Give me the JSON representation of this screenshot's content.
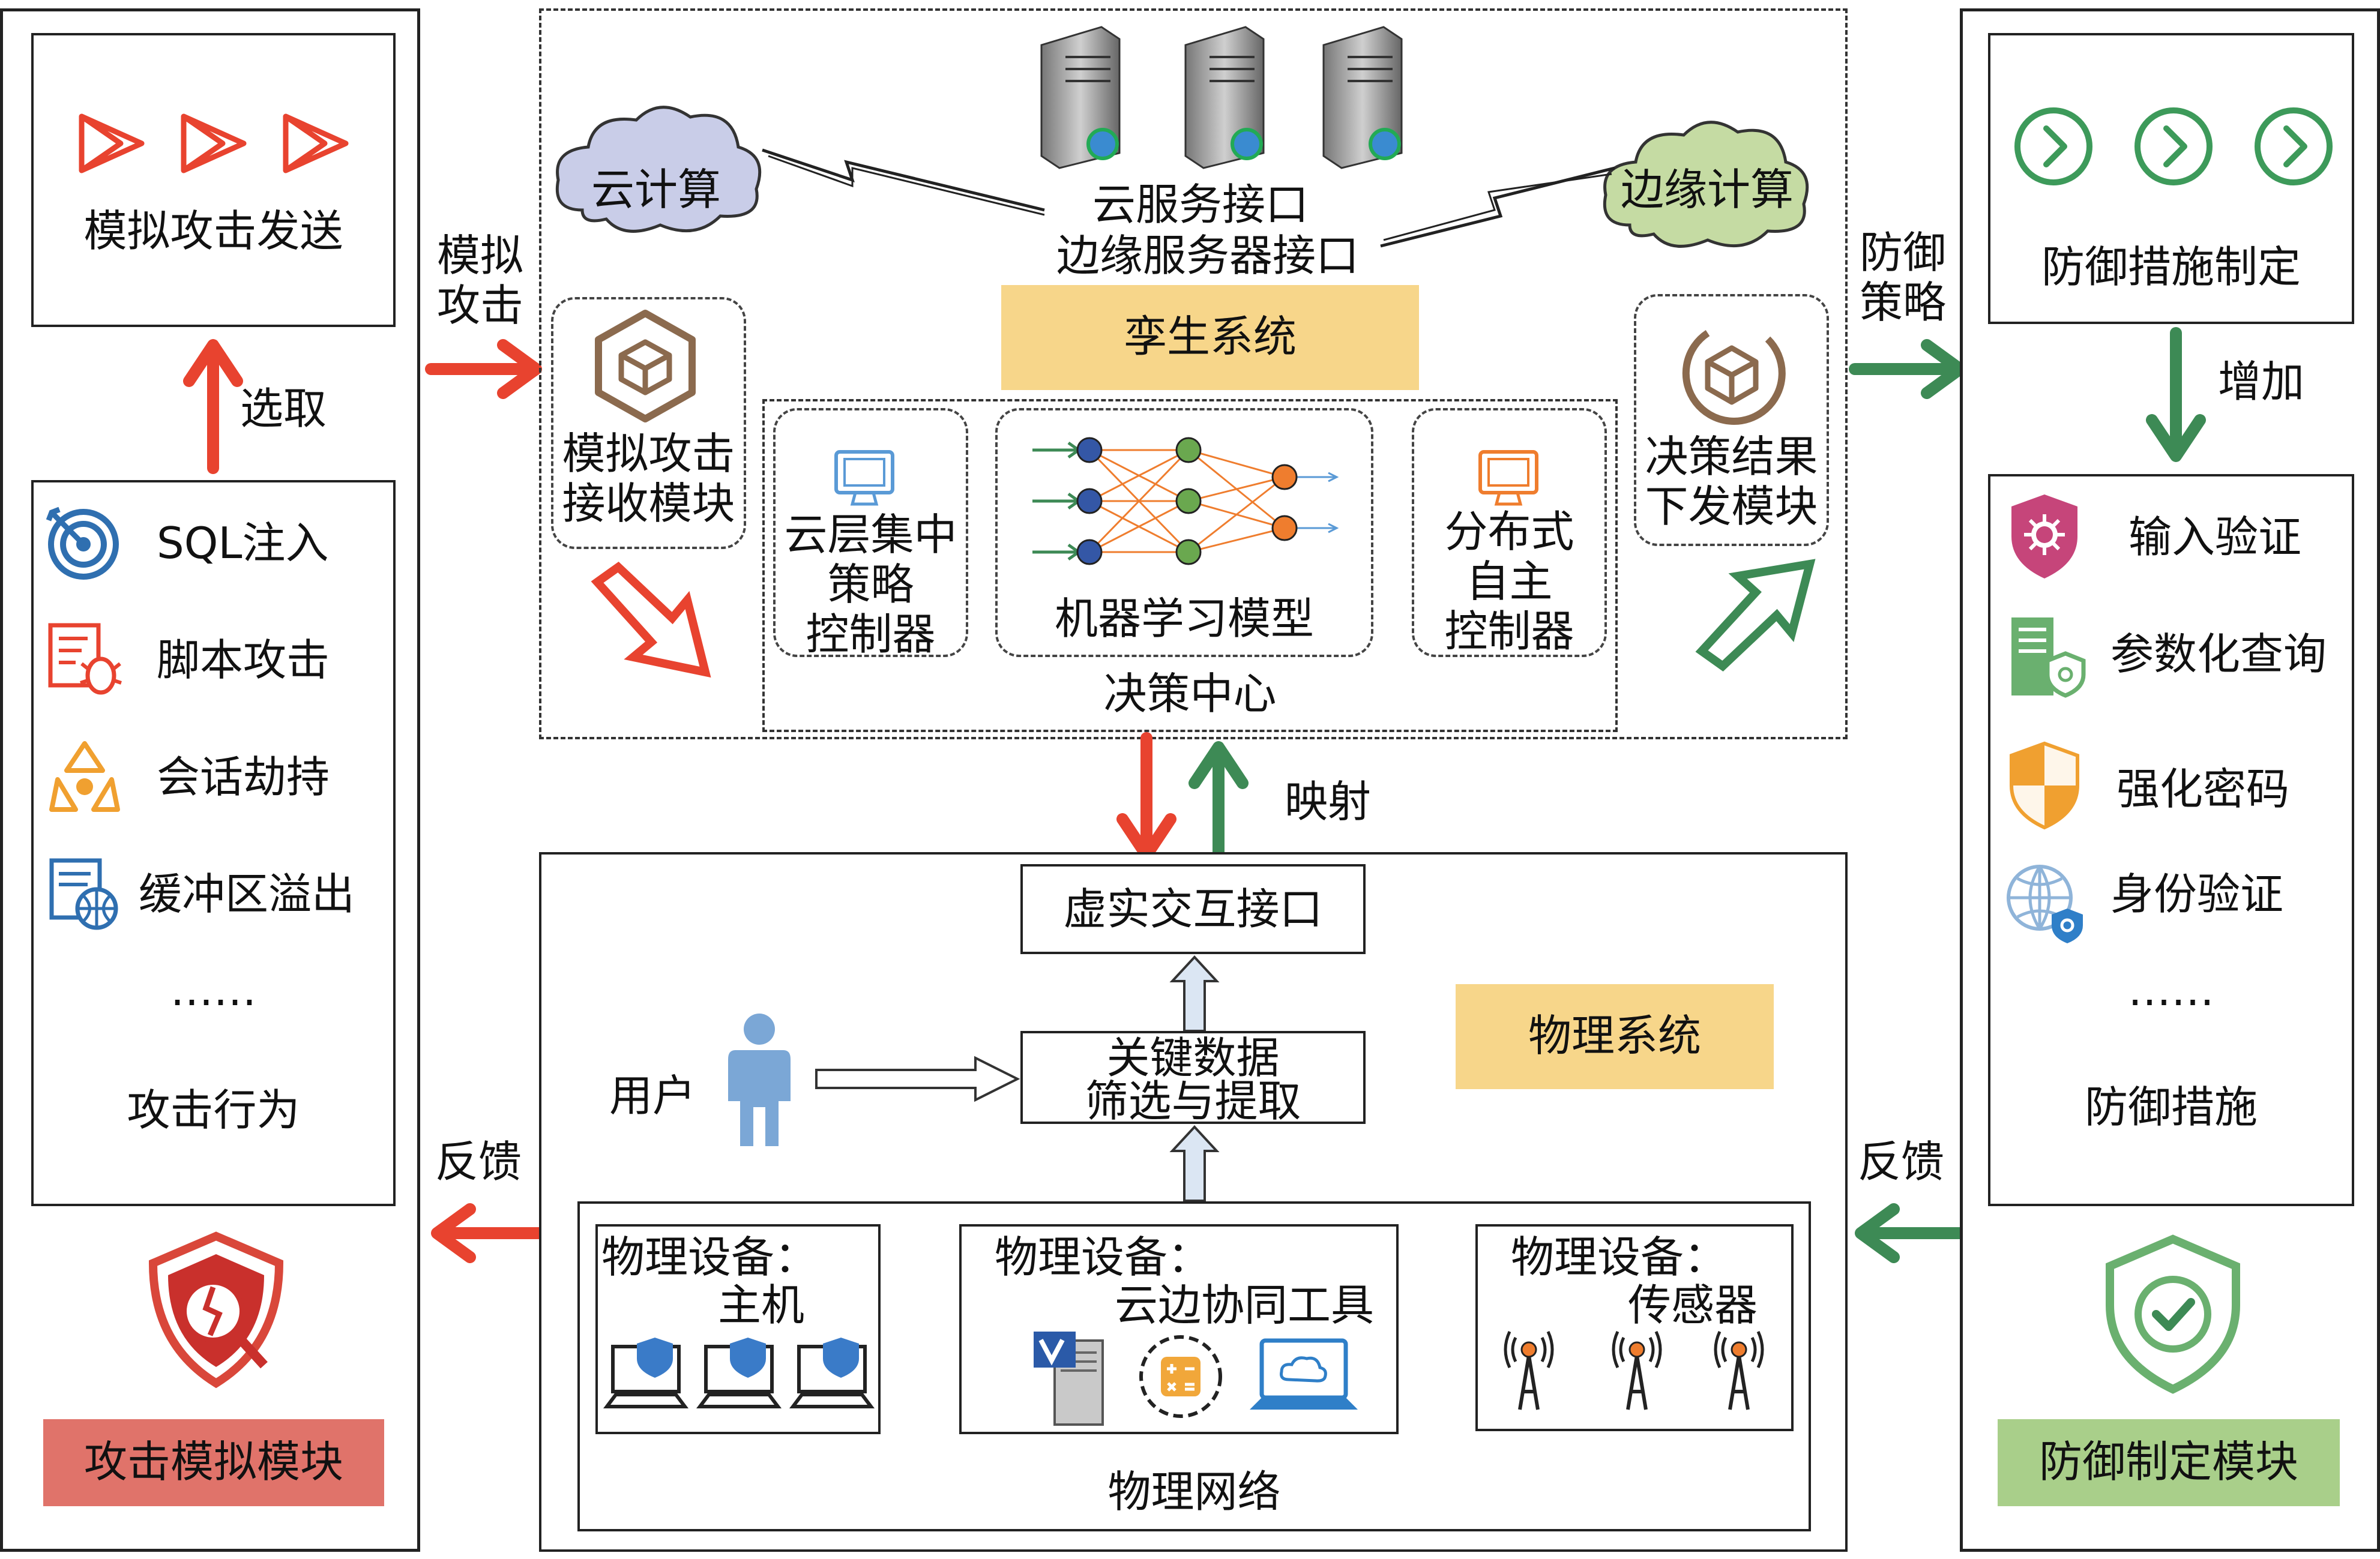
{
  "left_panel": {
    "send_label": "模拟攻击发送",
    "select_label": "选取",
    "attacks": [
      "SQL注入",
      "脚本攻击",
      "会话劫持",
      "缓冲区溢出",
      "……"
    ],
    "attack_title": "攻击行为",
    "feedback_label": "反馈",
    "module_label": "攻击模拟模块",
    "module_color": "#e0736a"
  },
  "center": {
    "simulate_attack_label": "模拟\n攻击",
    "cloud_compute": "云计算",
    "edge_compute": "边缘计算",
    "cloud_service_api": "云服务接口",
    "edge_server_api": "边缘服务器接口",
    "twin_system": "孪生系统",
    "twin_color": "#f7d68a",
    "receive_module": "模拟攻击\n接收模块",
    "cloud_controller": "云层集中\n策略\n控制器",
    "ml_model": "机器学习模型",
    "distributed_controller": "分布式\n自主\n控制器",
    "decision_center": "决策中心",
    "issue_module": "决策结果\n下发模块",
    "mapping": "映射"
  },
  "physical": {
    "interface": "虚实交互接口",
    "user": "用户",
    "key_data": "关键数据\n筛选与提取",
    "physical_system": "物理系统",
    "device_host_title": "物理设备：",
    "device_host": "主机",
    "device_tool_title": "物理设备：",
    "device_tool": "云边协同工具",
    "device_sensor_title": "物理设备：",
    "device_sensor": "传感器",
    "network": "物理网络"
  },
  "right_panel": {
    "strategy_label": "防御\n策略",
    "formulate_label": "防御措施制定",
    "increase_label": "增加",
    "measures": [
      "输入验证",
      "参数化查询",
      "强化密码",
      "身份验证",
      "……"
    ],
    "measure_title": "防御措施",
    "feedback_label": "反馈",
    "module_label": "防御制定模块",
    "module_color": "#a9cf8a"
  },
  "colors": {
    "red": "#e8432f",
    "green": "#3d8a55",
    "brown": "#8b6a4e",
    "orange": "#ef7d2e",
    "blue": "#2f6fb0"
  }
}
